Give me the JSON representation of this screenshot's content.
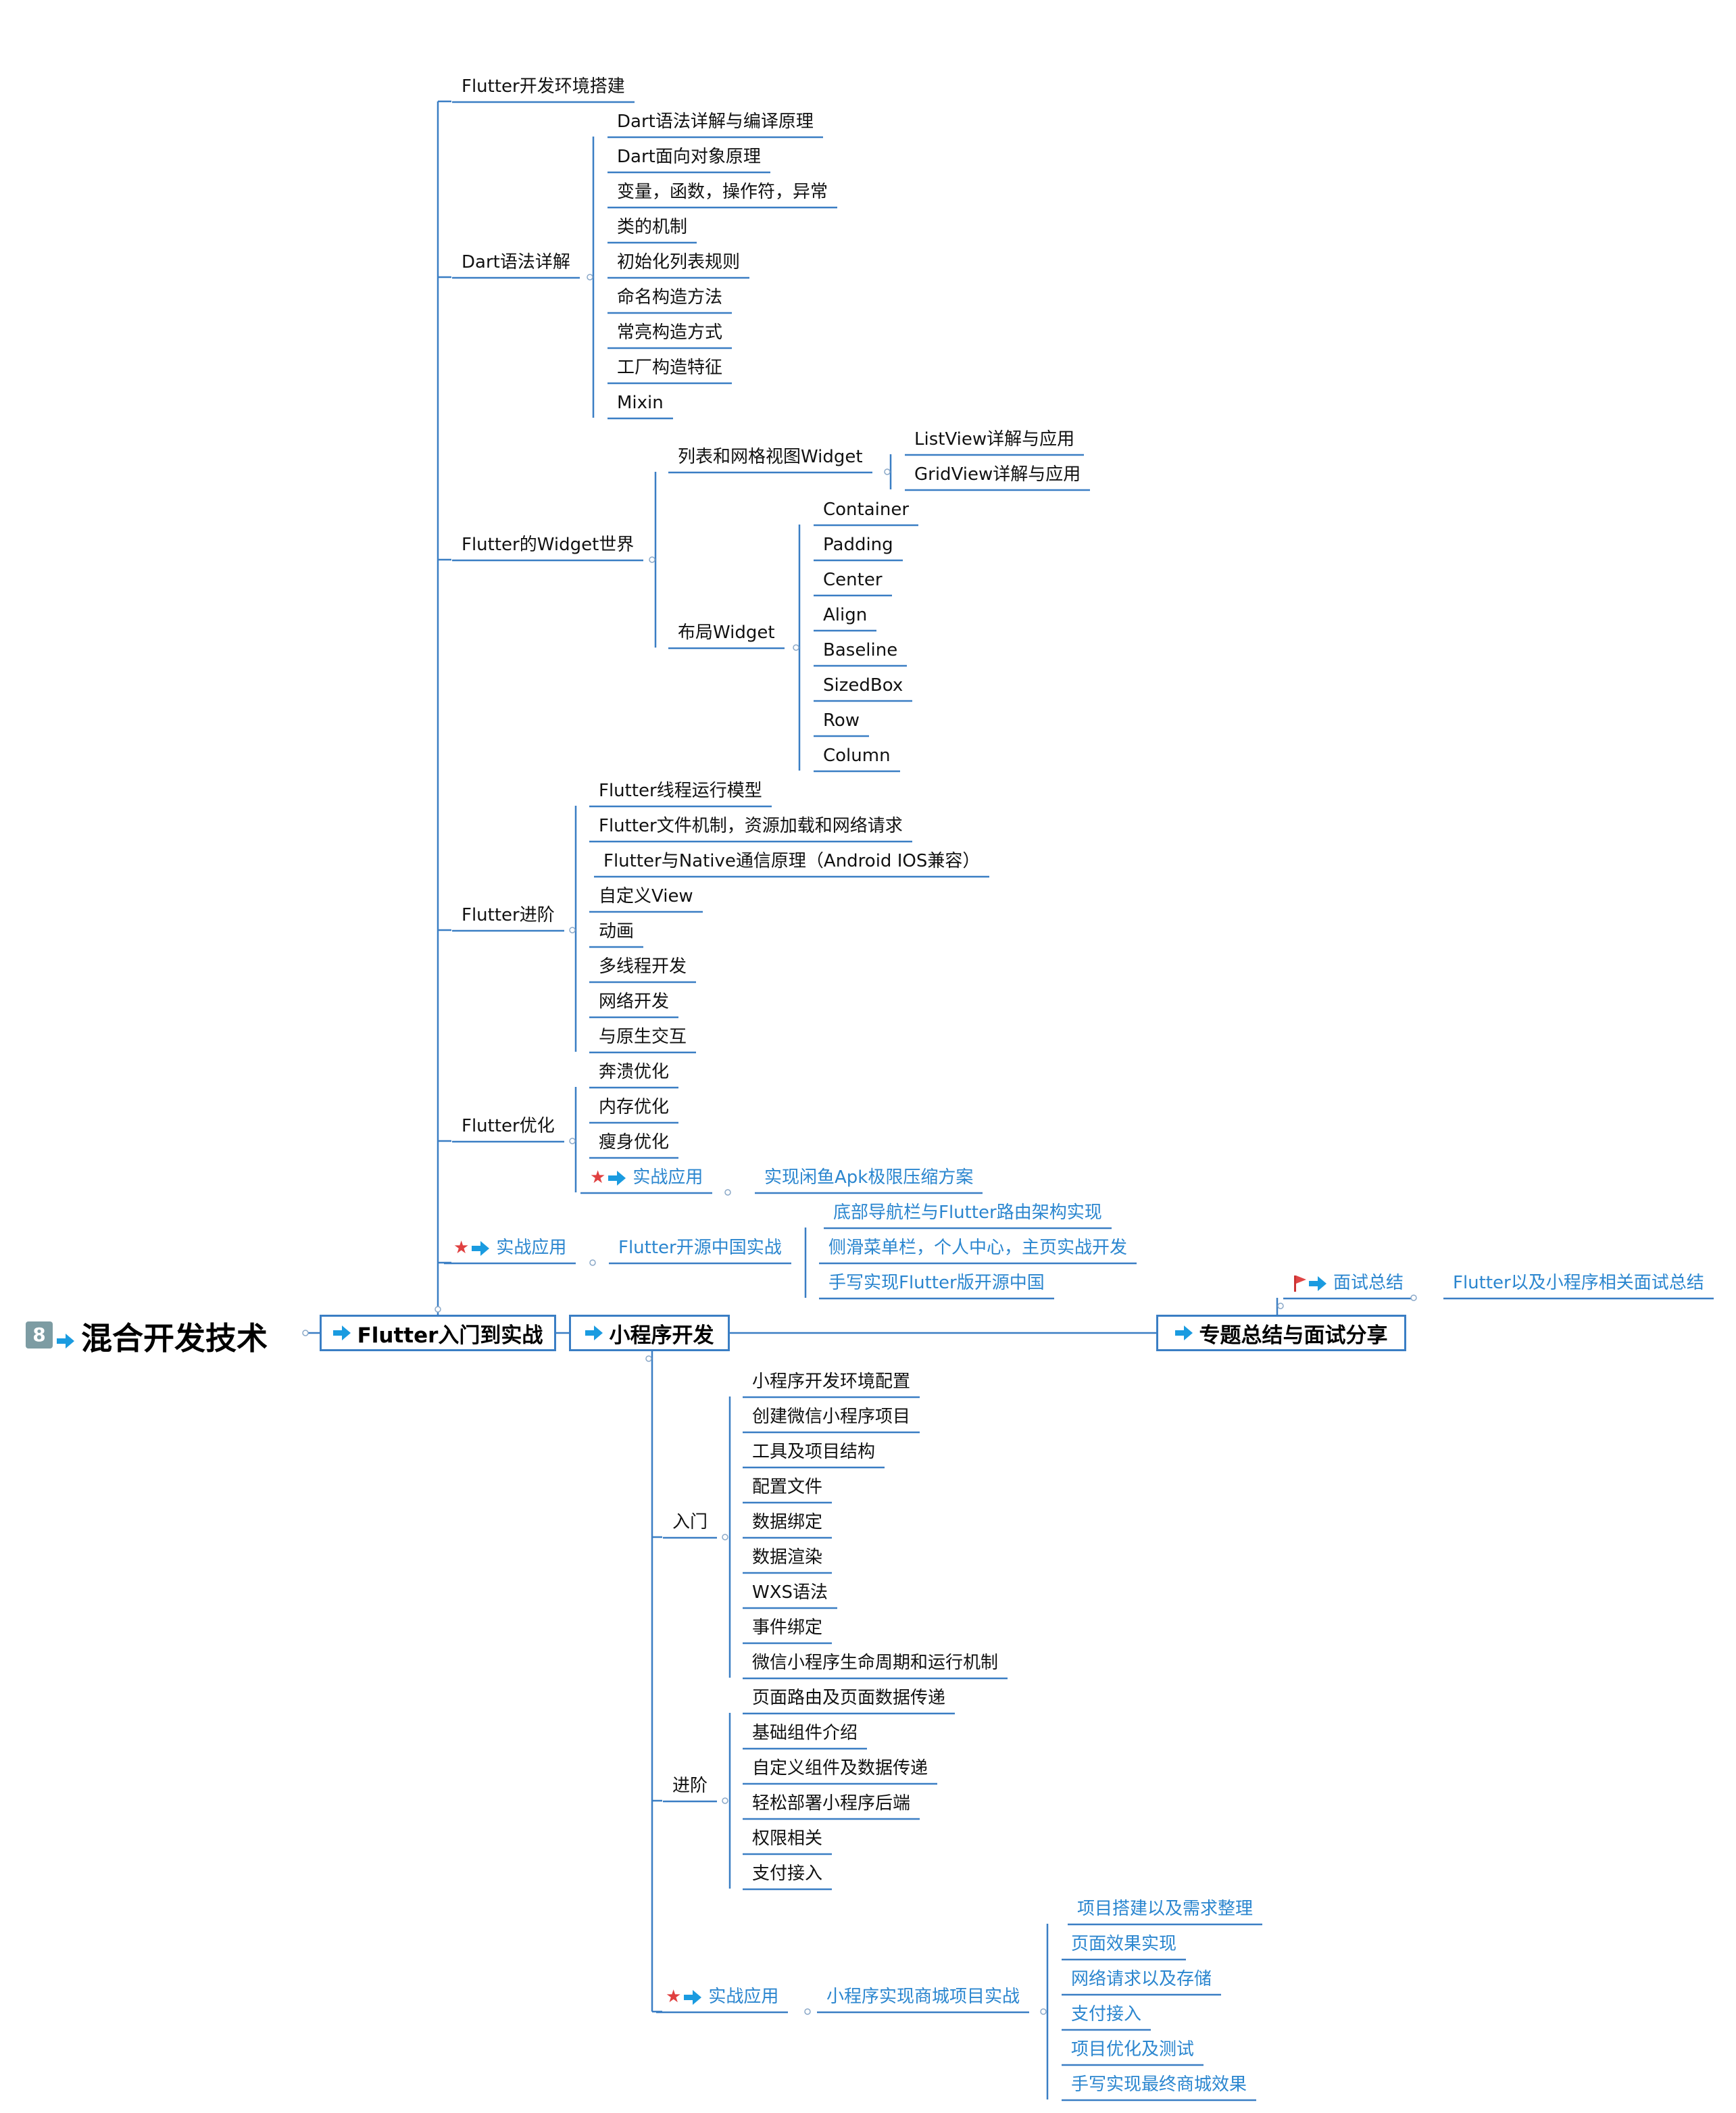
{
  "root": {
    "badge": "8",
    "title": "混合开发技术"
  },
  "main_nodes": {
    "flutter": "Flutter入门到实战",
    "miniprogram": "小程序开发",
    "summary": "专题总结与面试分享"
  },
  "flutter": {
    "env": "Flutter开发环境搭建",
    "dart": {
      "label": "Dart语法详解",
      "items": [
        "Dart语法详解与编译原理",
        "Dart面向对象原理",
        "变量，函数，操作符，异常",
        "类的机制",
        "初始化列表规则",
        "命名构造方法",
        "常亮构造方式",
        "工厂构造特征",
        "Mixin"
      ]
    },
    "widget": {
      "label": "Flutter的Widget世界",
      "list": {
        "label": "列表和网格视图Widget",
        "items": [
          "ListView详解与应用",
          "GridView详解与应用"
        ]
      },
      "layout": {
        "label": "布局Widget",
        "items": [
          "Container",
          "Padding",
          "Center",
          "Align",
          "Baseline",
          "SizedBox",
          "Row",
          "Column"
        ]
      }
    },
    "advanced": {
      "label": "Flutter进阶",
      "items": [
        "Flutter线程运行模型",
        "Flutter文件机制，资源加载和网络请求",
        "Flutter与Native通信原理（Android IOS兼容）",
        "自定义View",
        "动画",
        "多线程开发",
        "网络开发",
        "与原生交互"
      ]
    },
    "optimize": {
      "label": "Flutter优化",
      "items": [
        "奔溃优化",
        "内存优化",
        "瘦身优化"
      ],
      "practice": {
        "label": "实战应用",
        "item": "实现闲鱼Apk极限压缩方案"
      }
    },
    "practice": {
      "label": "实战应用",
      "project": "Flutter开源中国实战",
      "items": [
        "底部导航栏与Flutter路由架构实现",
        "侧滑菜单栏，个人中心，主页实战开发",
        "手写实现Flutter版开源中国"
      ]
    }
  },
  "miniprogram": {
    "intro": {
      "label": "入门",
      "items": [
        "小程序开发环境配置",
        "创建微信小程序项目",
        "工具及项目结构",
        "配置文件",
        "数据绑定",
        "数据渲染",
        "WXS语法",
        "事件绑定",
        "微信小程序生命周期和运行机制"
      ]
    },
    "advanced": {
      "label": "进阶",
      "items": [
        "页面路由及页面数据传递",
        "基础组件介绍",
        "自定义组件及数据传递",
        "轻松部署小程序后端",
        "权限相关",
        "支付接入"
      ]
    },
    "practice": {
      "label": "实战应用",
      "project": "小程序实现商城项目实战",
      "items": [
        "项目搭建以及需求整理",
        "页面效果实现",
        "网络请求以及存储",
        "支付接入",
        "项目优化及测试",
        "手写实现最终商城效果"
      ]
    }
  },
  "summary": {
    "interview": {
      "label": "面试总结",
      "item": "Flutter以及小程序相关面试总结"
    }
  },
  "colors": {
    "line": "#3a7ec4",
    "accent_text": "#2b86cf",
    "arrow": "#1a9be0",
    "star": "#e04040"
  }
}
